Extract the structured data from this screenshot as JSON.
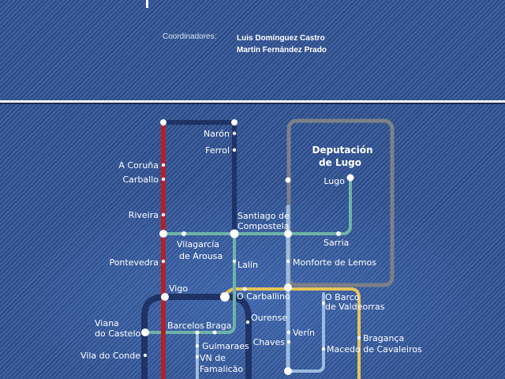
{
  "header": {
    "coordinators_label": "Coordinadores:",
    "coordinators": [
      "Luis Domínguez Castro",
      "Martín Fernández Prado"
    ]
  },
  "map": {
    "box_title": [
      "Deputación",
      "de Lugo"
    ],
    "stations": {
      "naron": "Narón",
      "ferrol": "Ferrol",
      "coruna": "A Coruña",
      "carballo": "Carballo",
      "riveira": "Riveira",
      "santiago1": "Santiago de",
      "santiago2": "Compostela",
      "lugo": "Lugo",
      "sarria": "Sarria",
      "vilagarcia1": "Vilagarcía",
      "vilagarcia2": "de Arousa",
      "pontevedra": "Pontevedra",
      "lalin": "Lalín",
      "monforte": "Monforte de Lemos",
      "vigo": "Vigo",
      "carballino": "O Carballino",
      "obarco1": "O Barco",
      "obarco2": "de Valdeorras",
      "ourense": "Ourense",
      "viana1": "Viana",
      "viana2": "do Castelo",
      "barcelos": "Barcelos",
      "braga": "Braga",
      "verin": "Verín",
      "chaves": "Chaves",
      "braganca": "Bragança",
      "macedo": "Macedo de Cavaleiros",
      "viladoconde": "Vila do Conde",
      "guimaraes": "Guimaraes",
      "vn1": "VN de",
      "vn2": "Famalicão"
    },
    "colors": {
      "red": "#b0222a",
      "navy": "#1f3366",
      "teal": "#6fb3a8",
      "lightblue": "#9cbbe0",
      "yellow": "#e7c35a",
      "grey": "#7c8088"
    }
  }
}
